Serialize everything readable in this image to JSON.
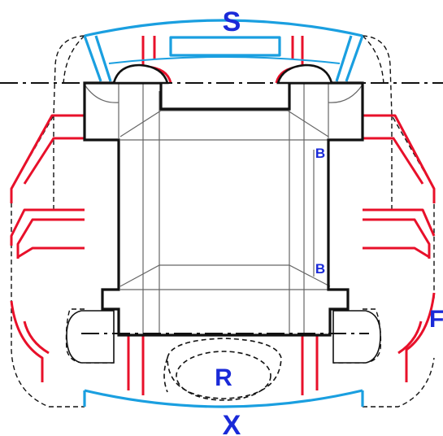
{
  "labels": {
    "top": "S",
    "bottom": "X",
    "center": "R",
    "upper_right": "B",
    "lower_right": "B",
    "right_edge": "F"
  },
  "colors": {
    "red": "#e8102a",
    "blue": "#1a9fe0",
    "label_blue": "#1a2ad8",
    "black": "#111111",
    "gray": "#555555",
    "background": "#ffffff"
  }
}
